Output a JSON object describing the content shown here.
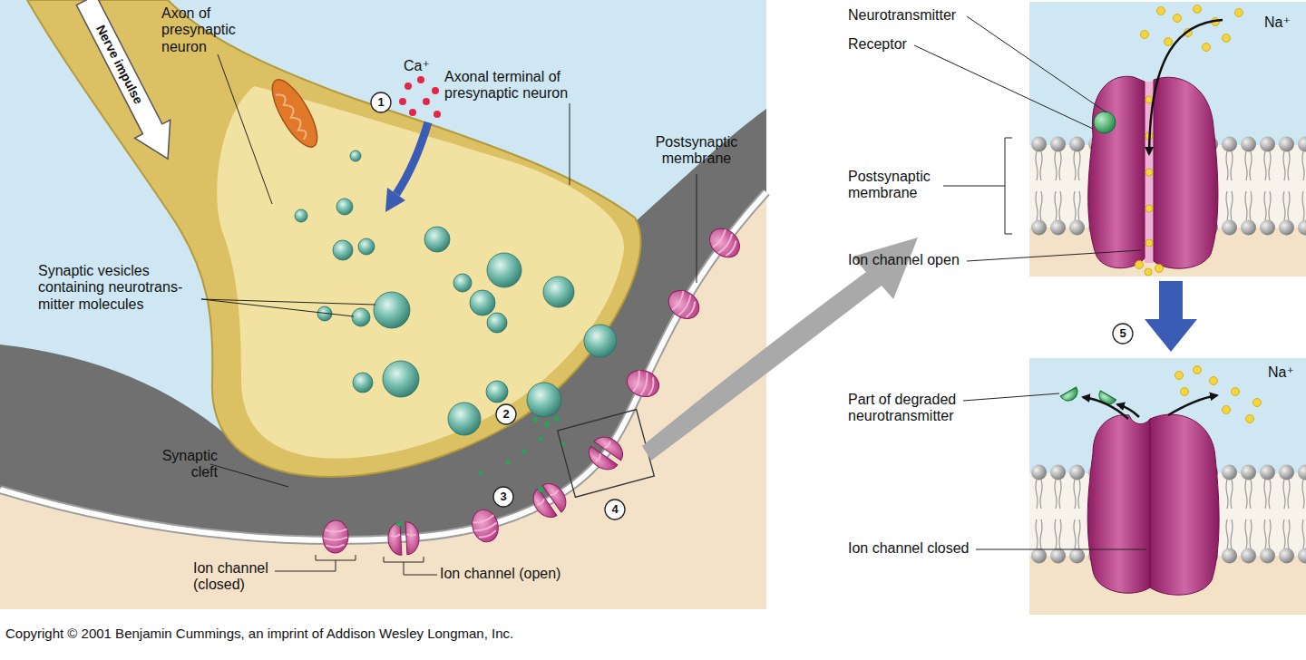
{
  "diagram": {
    "labels": [
      "Nerve impulse",
      "Axon of presynaptic neuron",
      "Ca⁺",
      "1",
      "Axonal terminal of presynaptic neuron",
      "Postsynaptic membrane",
      "Synaptic vesicles containing neurotrans- mitter molecules",
      "2",
      "Synaptic cleft",
      "3",
      "4",
      "Ion channel (closed)",
      "Ion channel (open)",
      "Neurotransmitter",
      "Na⁺",
      "Receptor",
      "Postsynaptic membrane",
      "Ion channel open",
      "5",
      "Part of degraded neurotransmitter",
      "Na⁺",
      "Ion channel closed",
      "Copyright © 2001 Benjamin Cummings, an imprint of Addison Wesley Longman, Inc."
    ]
  }
}
